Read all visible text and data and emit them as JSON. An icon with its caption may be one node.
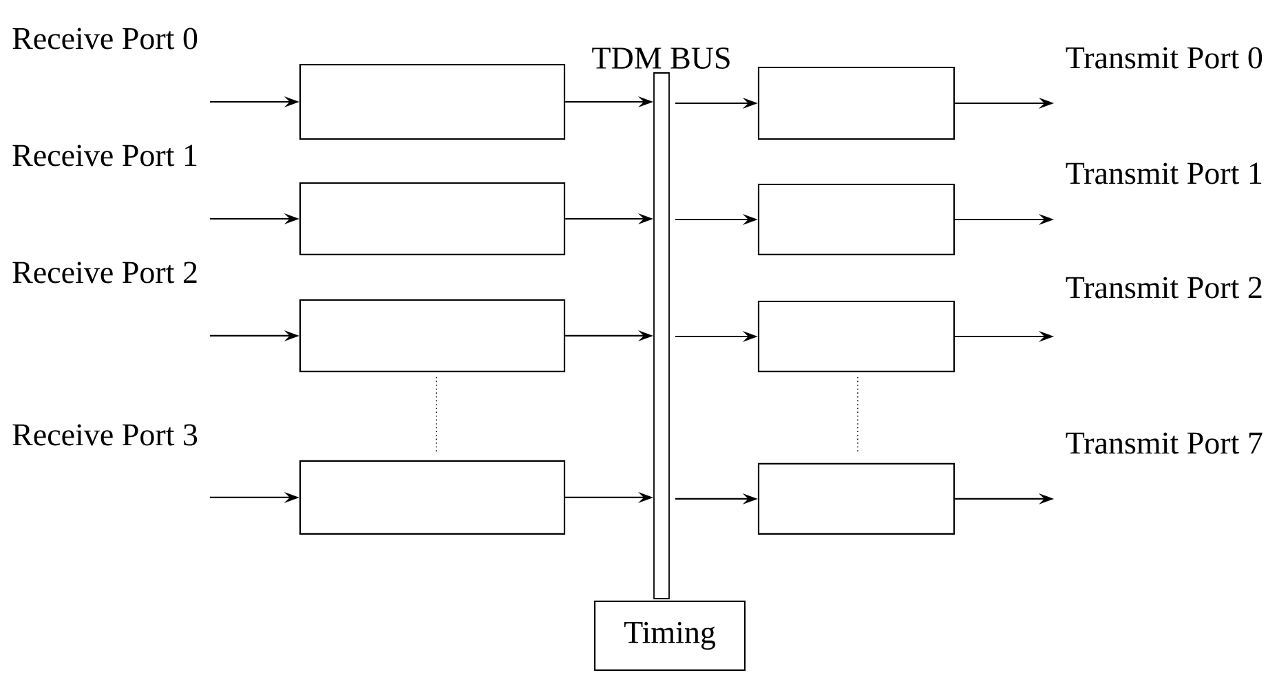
{
  "diagram": {
    "nodes": [
      {
        "text": [],
        "shape": "box"
      },
      {
        "text": [],
        "shape": "box"
      },
      {
        "text": [],
        "shape": "box"
      },
      {
        "text": [],
        "shape": "box"
      },
      {
        "text": [
          "TDM BUS"
        ]
      },
      {
        "text": [],
        "shape": "box"
      },
      {
        "text": [],
        "shape": "box"
      },
      {
        "text": [],
        "shape": "box"
      },
      {
        "text": [],
        "shape": "box"
      },
      {
        "text": [
          "Timing"
        ]
      }
    ],
    "edges": [
      {
        "from": null,
        "to": 0,
        "arrow": "to"
      },
      {
        "from": null,
        "to": 1,
        "arrow": "to"
      },
      {
        "from": null,
        "to": 2,
        "arrow": "to"
      },
      {
        "from": null,
        "to": 3,
        "arrow": "to"
      },
      {
        "from": 0,
        "to": 4,
        "arrow": "to"
      },
      {
        "from": 1,
        "to": 4,
        "arrow": "to"
      },
      {
        "from": 2,
        "to": 4,
        "arrow": "to"
      },
      {
        "from": 3,
        "to": 4,
        "arrow": "to"
      },
      {
        "from": 4,
        "to": 5,
        "arrow": "to"
      },
      {
        "from": 4,
        "to": 6,
        "arrow": "to"
      },
      {
        "from": 4,
        "to": 7,
        "arrow": "to"
      },
      {
        "from": 4,
        "to": 8,
        "arrow": "to"
      },
      {
        "from": 5,
        "to": null,
        "arrow": "to"
      },
      {
        "from": 6,
        "to": null,
        "arrow": "to"
      },
      {
        "from": 7,
        "to": null,
        "arrow": "to"
      },
      {
        "from": 8,
        "to": null,
        "arrow": "to"
      }
    ],
    "labels": [
      "Receive Port 0",
      "Transmit Port 0",
      "Receive Port 1",
      "Transmit Port 1",
      "Receive Port 2",
      "Transmit Port 2",
      "Receive Port 3",
      "Transmit Port 7"
    ]
  }
}
